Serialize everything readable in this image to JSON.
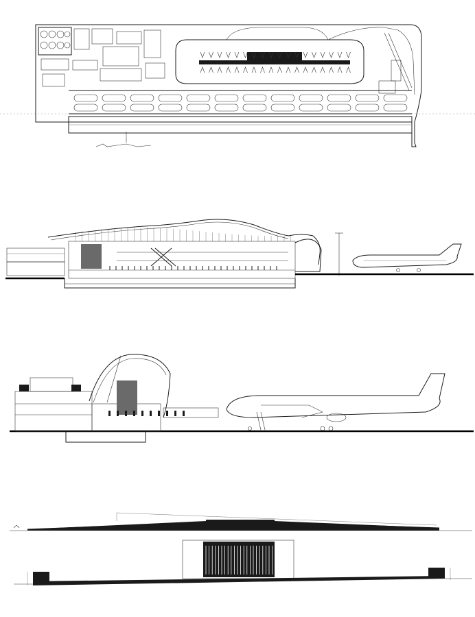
{
  "sheet": {
    "background": "#ffffff",
    "ink": "#1a1a1a"
  },
  "drawings": [
    {
      "name": "site-plan"
    },
    {
      "name": "longitudinal-section"
    },
    {
      "name": "cross-section"
    },
    {
      "name": "elevations"
    }
  ]
}
